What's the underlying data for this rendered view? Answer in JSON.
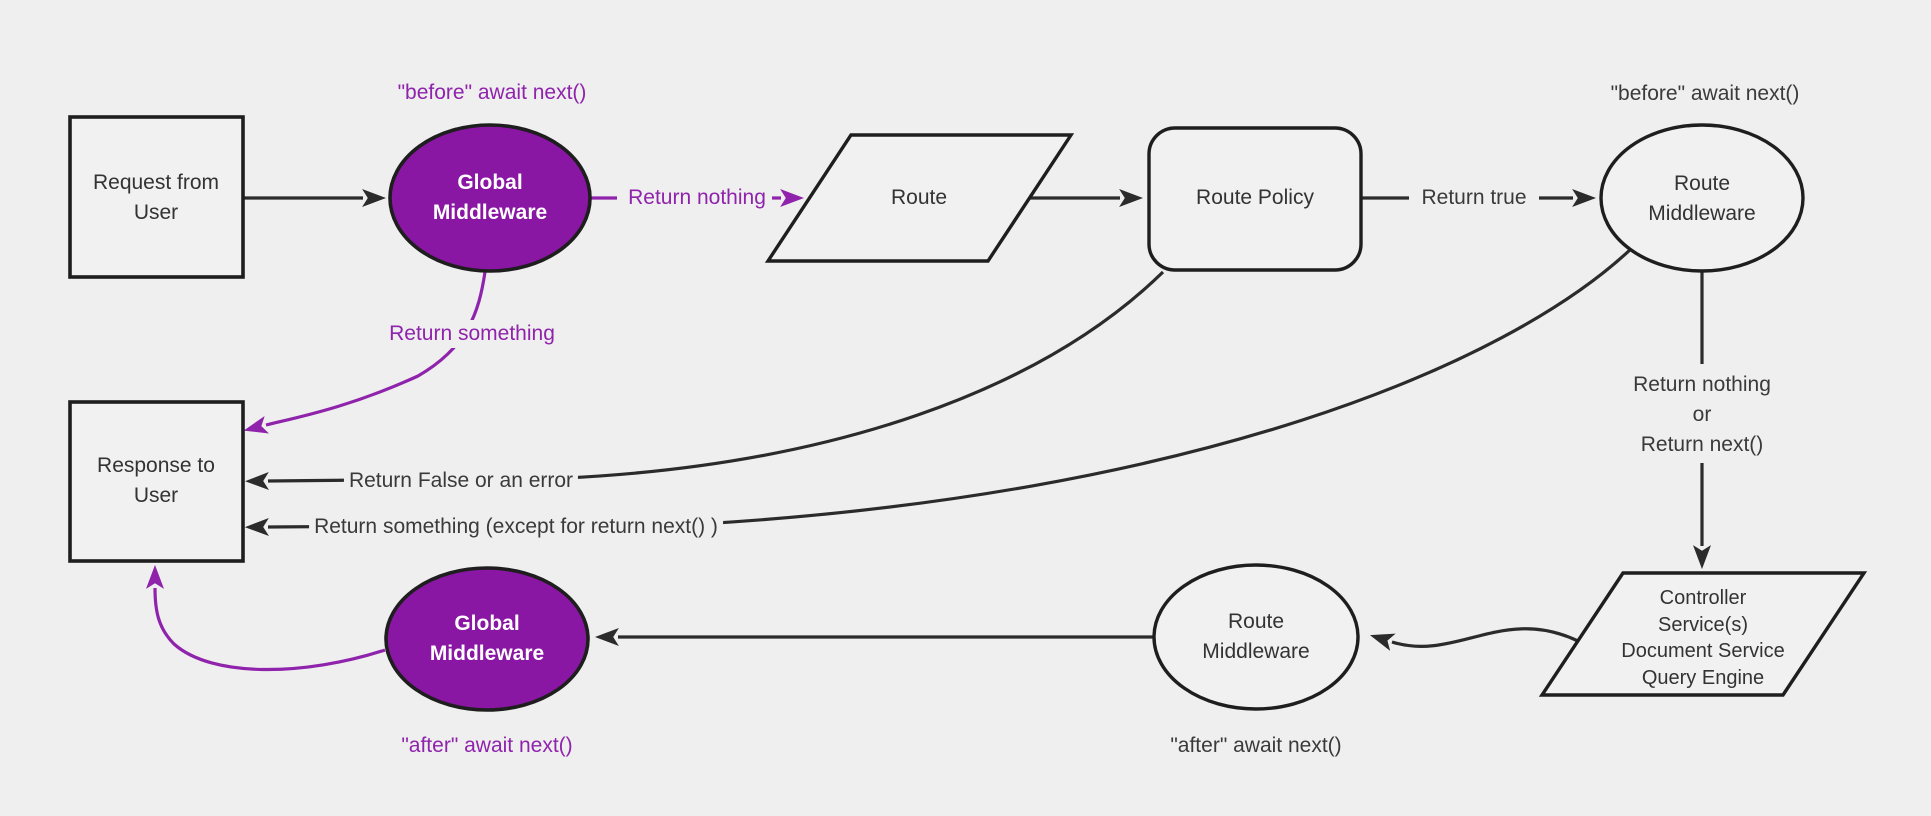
{
  "diagram": {
    "description": "Request lifecycle middleware flow diagram",
    "colors": {
      "background": "#efefef",
      "node_fill": "#f1f1f1",
      "purple_fill": "#8a16a4",
      "purple_accent": "#8f23ac",
      "line": "#2b2b2b",
      "node_stroke": "#1e1e1e",
      "text": "#3a3a3a",
      "node_text_light": "#ffffff"
    },
    "nodes": {
      "request_from_user": {
        "label": "Request from User",
        "shape": "rectangle"
      },
      "global_middleware_top": {
        "label": "Global Middleware",
        "shape": "ellipse"
      },
      "route": {
        "label": "Route",
        "shape": "parallelogram"
      },
      "route_policy": {
        "label": "Route Policy",
        "shape": "rounded-rectangle"
      },
      "route_middleware_top": {
        "label": "Route Middleware",
        "shape": "ellipse"
      },
      "controller": {
        "lines": [
          "Controller",
          "Service(s)",
          "Document Service",
          "Query Engine"
        ],
        "shape": "parallelogram"
      },
      "route_middleware_bottom": {
        "label": "Route Middleware",
        "shape": "ellipse"
      },
      "global_middleware_bottom": {
        "label": "Global Middleware",
        "shape": "ellipse"
      },
      "response_to_user": {
        "label": "Response to User",
        "shape": "rectangle"
      }
    },
    "labels": {
      "before_await_left": "\"before\" await next()",
      "before_await_right": "\"before\" await next()",
      "return_nothing": "Return nothing",
      "return_true": "Return true",
      "return_nothing_or_next": [
        "Return nothing",
        "or",
        "Return next()"
      ],
      "return_something": "Return something",
      "return_false_or_error": "Return False or an error",
      "return_something_except": "Return something (except for return next() )",
      "after_await_left": "\"after\" await next()",
      "after_await_right": "\"after\" await next()"
    }
  }
}
